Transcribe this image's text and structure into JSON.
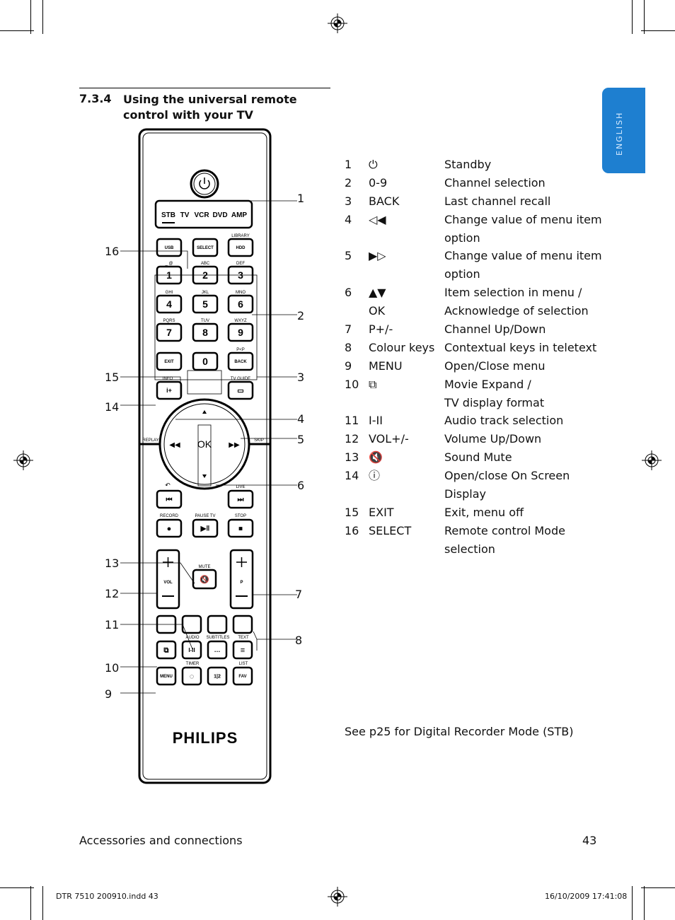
{
  "side_tab": "ENGLISH",
  "section": {
    "number": "7.3.4",
    "title": "Using the universal remote control with your TV"
  },
  "legend": [
    {
      "n": "1",
      "k": "⏻",
      "d": "Standby"
    },
    {
      "n": "2",
      "k": "0-9",
      "d": " Channel selection"
    },
    {
      "n": "3",
      "k": "BACK",
      "d": "Last channel recall"
    },
    {
      "n": "4",
      "k": "◁◀",
      "d": "Change value of menu item"
    },
    {
      "n": "",
      "k": "",
      "d": "option"
    },
    {
      "n": "5",
      "k": "▶▷",
      "d": "Change value of menu item"
    },
    {
      "n": "",
      "k": "",
      "d": "option"
    },
    {
      "n": "6",
      "k": "▲▼",
      "d": "Item selection in menu /"
    },
    {
      "n": "",
      "k": "OK",
      "d": "Acknowledge of selection"
    },
    {
      "n": "7",
      "k": "P+/-",
      "d": "Channel Up/Down"
    },
    {
      "n": "8",
      "k": "Colour keys",
      "d": "Contextual keys in teletext"
    },
    {
      "n": "9",
      "k": "MENU",
      "d": "Open/Close menu"
    },
    {
      "n": "10",
      "k": "⧉",
      "d": "Movie Expand /"
    },
    {
      "n": "",
      "k": "",
      "d": "TV display format"
    },
    {
      "n": "11",
      "k": "I-II",
      "d": "Audio track selection"
    },
    {
      "n": "12",
      "k": "VOL+/-",
      "d": "Volume Up/Down"
    },
    {
      "n": "13",
      "k": "🔇",
      "d": "Sound Mute"
    },
    {
      "n": "14",
      "k": "ⓘ",
      "d": "Open/close On Screen"
    },
    {
      "n": "",
      "k": "",
      "d": "Display"
    },
    {
      "n": "15",
      "k": "EXIT",
      "d": "Exit, menu off"
    },
    {
      "n": "16",
      "k": "SELECT",
      "d": "Remote control Mode"
    },
    {
      "n": "",
      "k": "",
      "d": "selection"
    }
  ],
  "note": "See p25 for Digital Recorder Mode (STB)",
  "footer": {
    "left": "Accessories and connections",
    "page": "43"
  },
  "slug": {
    "left": "DTR 7510 200910.indd   43",
    "right": "16/10/2009   17:41:08"
  },
  "remote": {
    "modes": [
      "STB",
      "TV",
      "VCR",
      "DVD",
      "AMP"
    ],
    "row1": [
      "USB",
      "SELECT",
      "HDD"
    ],
    "row1_labels": [
      "LIBRARY"
    ],
    "digits": [
      "1",
      "2",
      "3",
      "4",
      "5",
      "6",
      "7",
      "8",
      "9",
      "0"
    ],
    "digit_labels": [
      "_ @",
      "ABC",
      "DEF",
      "GHI",
      "JKL",
      "MNO",
      "PQRS",
      "TUV",
      "WXYZ"
    ],
    "exit": "EXIT",
    "back": "BACK",
    "pp": "P<P",
    "info": "INFO",
    "tvguide": "TV GUIDE",
    "ok": "OK",
    "replay": "REPLAY",
    "skip": "SKIP",
    "live": "LIVE",
    "record": "RECORD",
    "pausetv": "PAUSE TV",
    "stop": "STOP",
    "mute": "MUTE",
    "vol": "VOL",
    "p": "P",
    "audio": "AUDIO",
    "subtitles": "SUBTITLES",
    "text": "TEXT",
    "timer": "TIMER",
    "list": "LIST",
    "menu": "MENU",
    "fav": "FAV",
    "brand": "PHILIPS"
  },
  "callouts": [
    "1",
    "2",
    "3",
    "4",
    "5",
    "6",
    "7",
    "8",
    "9",
    "10",
    "11",
    "12",
    "13",
    "14",
    "15",
    "16"
  ]
}
